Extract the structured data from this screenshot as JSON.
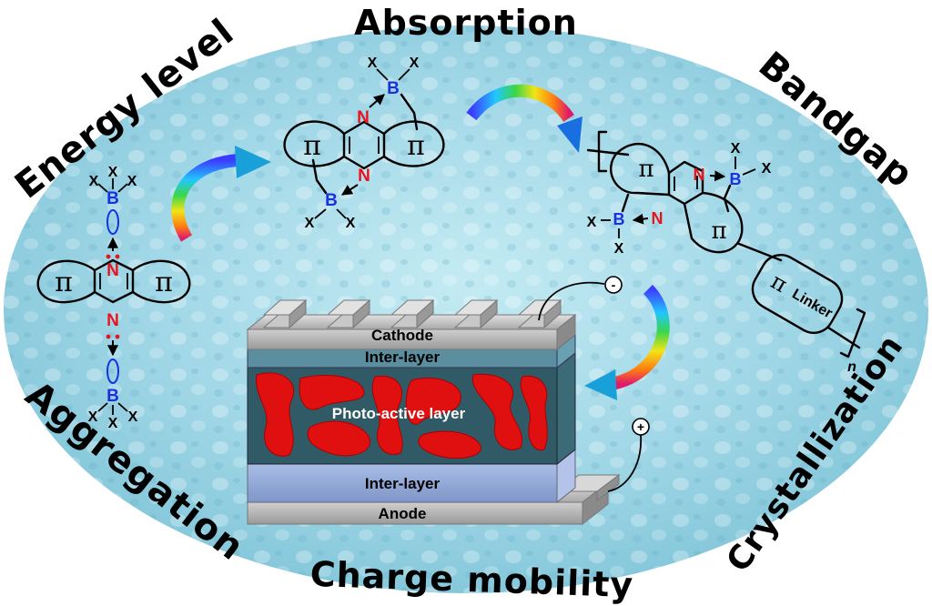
{
  "properties": {
    "top": "Absorption",
    "left_top": "Energy level",
    "right_top": "Bandgap",
    "left_bottom": "Aggregation",
    "right_bottom": "Crystallization",
    "bottom": "Charge mobility"
  },
  "atoms": {
    "nitrogen": "N",
    "boron": "B",
    "substituent": "X",
    "pi": "π"
  },
  "polymer": {
    "linker_label": "Linker",
    "repeat": "n"
  },
  "device": {
    "cathode": "Cathode",
    "inter_layer_top": "Inter-layer",
    "active_layer": "Photo-active layer",
    "inter_layer_bottom": "Inter-layer",
    "anode": "Anode",
    "negative_terminal": "-",
    "positive_terminal": "+"
  },
  "colors": {
    "nitrogen": "#e8141c",
    "boron": "#1a2fe0",
    "background": "#a8dbe8",
    "active_layer": "#e01010",
    "active_matrix": "#2f5a66"
  }
}
